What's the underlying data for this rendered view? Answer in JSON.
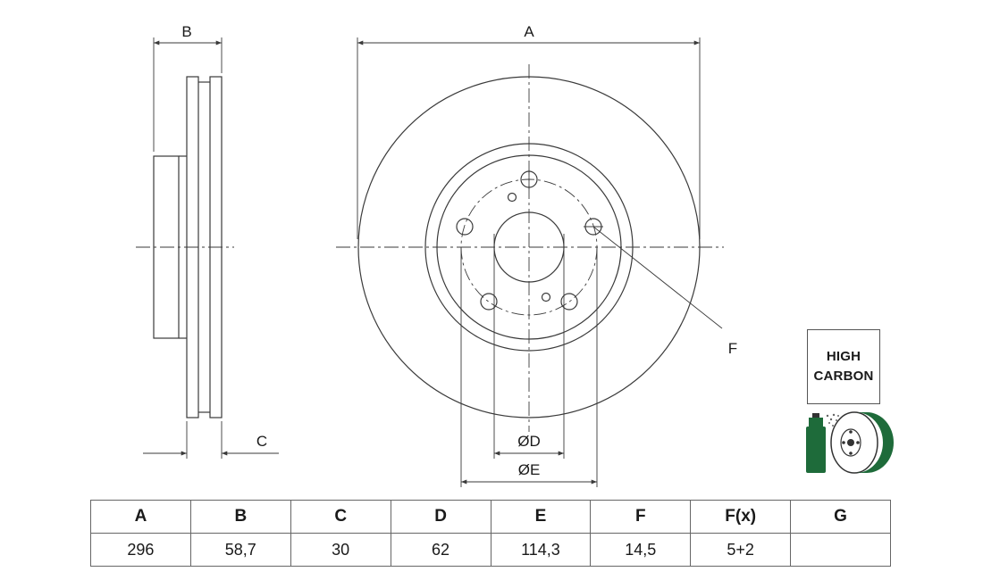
{
  "dimension_labels": {
    "a": "A",
    "b": "B",
    "c": "C",
    "d": "ØD",
    "e": "ØE",
    "f": "F"
  },
  "badge": {
    "line1": "HIGH",
    "line2": "CARBON"
  },
  "spec_table": {
    "headers": [
      "A",
      "B",
      "C",
      "D",
      "E",
      "F",
      "F(x)",
      "G"
    ],
    "values": [
      "296",
      "58,7",
      "30",
      "62",
      "114,3",
      "14,5",
      "5+2",
      ""
    ]
  },
  "colors": {
    "line": "#3a3a3a",
    "coating_icon": "#1e6b3a"
  }
}
